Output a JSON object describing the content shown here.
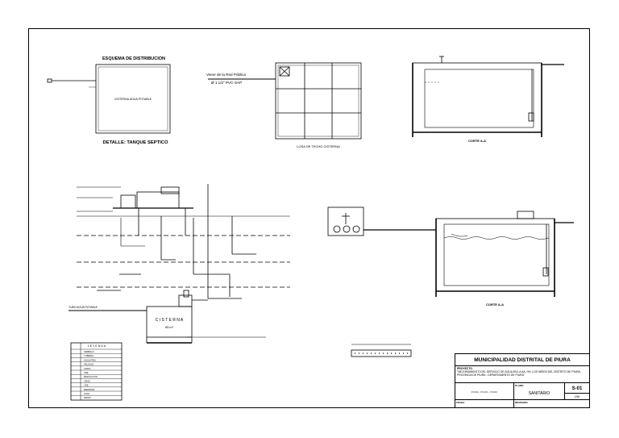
{
  "drawing": {
    "esquema_title": "ESQUEMA DE DISTRIBUCION",
    "cisterna_label": "CISTERNA AGUA POTABLE",
    "detalle_title": "DETALLE: TANQUE SEPTICO",
    "red_publica": "Viene de la Red Pública",
    "pipe_spec": "Ø 1 1/2\" PVC-SAP",
    "losa_title": "LOSA DE TECHO   CISTERNA",
    "corte_top": "CORTE A-A",
    "corte_bottom": "CORTE A-A",
    "cisterna_word": "C I S T E R N A",
    "cisterna_vol": "85 m³",
    "red_publica_tag": "TUBO AGUA POTABLE",
    "leyenda_title": "L E Y E N D A",
    "leyenda_rows": [
      "SIMBOLO",
      "TUBERIA",
      "AGUA FRIA",
      "VALVULA",
      "CODO",
      "TEE",
      "REDUCCION",
      "CRUZ",
      "YEE",
      "MEDIDOR",
      "CAJA",
      "GRIFO"
    ]
  },
  "title_block": {
    "entity": "MUNICIPALIDAD DISTRITAL DE PIURA",
    "proyecto_label": "PROYECTO",
    "proyecto_text": "\"MEJORAMIENTO DEL SERVICIO DE AGUA EN LA AA. HH. LOS NIÑOS DEL DISTRITO DE PIURA, PROVINCIA DE PIURA - DEPARTAMENTO DE PIURA\"",
    "plano_label": "PLANO",
    "plano_value": "SANITARIO",
    "lamina_code": "S-01",
    "escala": "1/50",
    "ubicacion": "PIURA - PIURA - PIURA",
    "fecha_label": "FECHA",
    "revisado_label": "REVISADO"
  }
}
